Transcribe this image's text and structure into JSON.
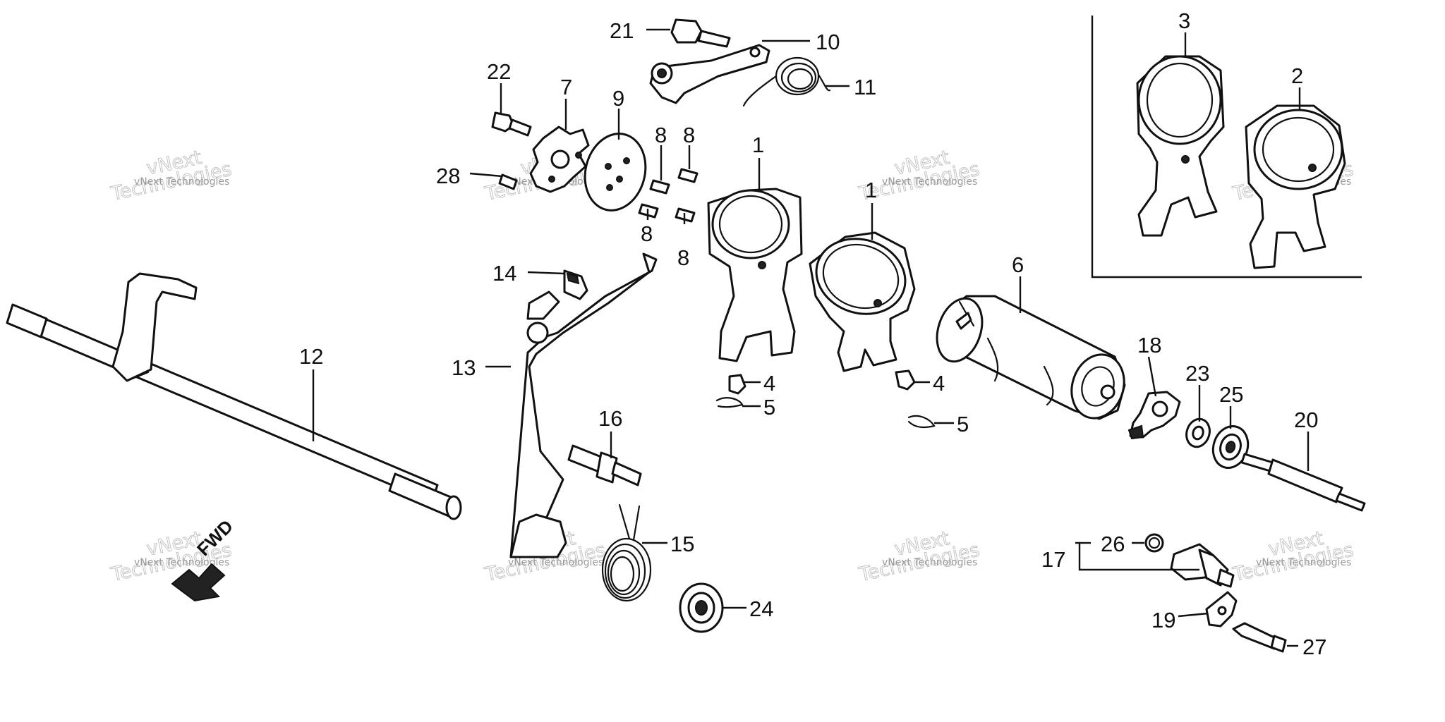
{
  "callouts": [
    "21",
    "10",
    "11",
    "22",
    "7",
    "9",
    "8",
    "8",
    "8",
    "8",
    "28",
    "1",
    "1",
    "3",
    "2",
    "14",
    "6",
    "12",
    "13",
    "4",
    "4",
    "5",
    "5",
    "18",
    "23",
    "25",
    "20",
    "16",
    "15",
    "24",
    "17",
    "26",
    "19",
    "27"
  ],
  "watermark": {
    "small": "vNext Technologies",
    "big_line1": "vNext",
    "big_line2": "Technologies"
  },
  "fwd_label": "FWD"
}
